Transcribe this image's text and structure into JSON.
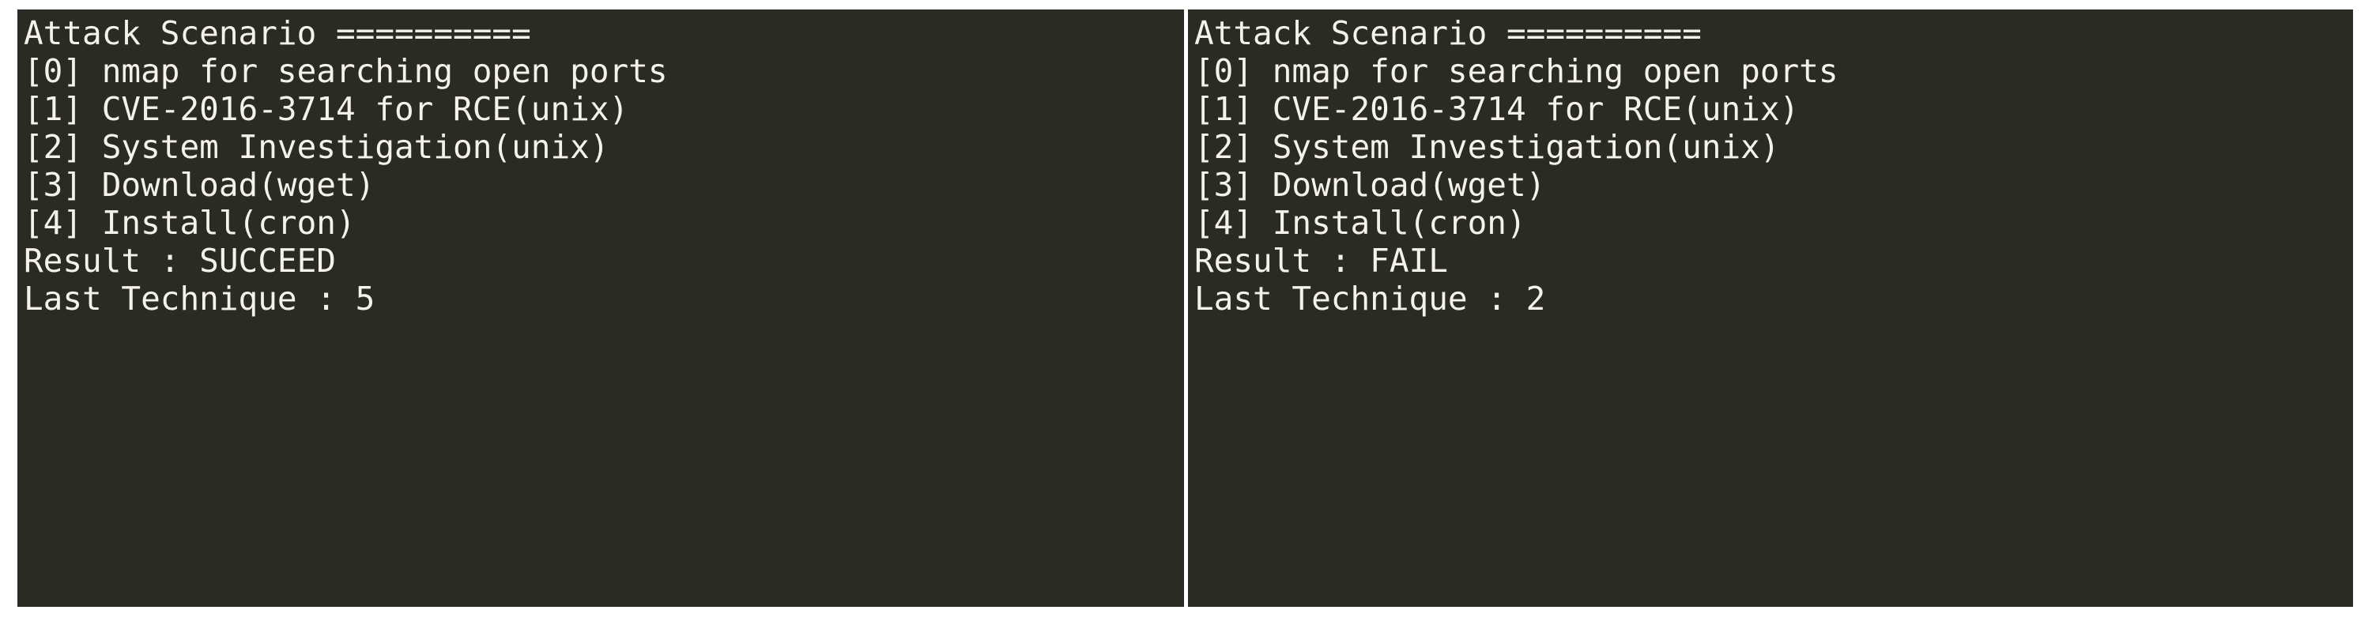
{
  "page": {
    "background_color": "#ffffff",
    "divider_color": "#ffffff"
  },
  "terminal": {
    "background_color": "#2b2b25",
    "text_color": "#f4f2ea"
  },
  "panels": [
    {
      "name": "left-episode-output",
      "lines": [
        "Attack Scenario ==========",
        "[0] nmap for searching open ports",
        "[1] CVE-2016-3714 for RCE(unix)",
        "[2] System Investigation(unix)",
        "[3] Download(wget)",
        "[4] Install(cron)",
        "Result : SUCCEED",
        "Last Technique : 5"
      ],
      "header": "Attack Scenario ==========",
      "steps": [
        {
          "index": "[0]",
          "label": "nmap for searching open ports"
        },
        {
          "index": "[1]",
          "label": "CVE-2016-3714 for RCE(unix)"
        },
        {
          "index": "[2]",
          "label": "System Investigation(unix)"
        },
        {
          "index": "[3]",
          "label": "Download(wget)"
        },
        {
          "index": "[4]",
          "label": "Install(cron)"
        }
      ],
      "result_label": "Result :",
      "result_value": "SUCCEED",
      "last_technique_label": "Last Technique :",
      "last_technique_value": "5"
    },
    {
      "name": "right-episode-output",
      "lines": [
        "Attack Scenario ==========",
        "[0] nmap for searching open ports",
        "[1] CVE-2016-3714 for RCE(unix)",
        "[2] System Investigation(unix)",
        "[3] Download(wget)",
        "[4] Install(cron)",
        "Result : FAIL",
        "Last Technique : 2"
      ],
      "header": "Attack Scenario ==========",
      "steps": [
        {
          "index": "[0]",
          "label": "nmap for searching open ports"
        },
        {
          "index": "[1]",
          "label": "CVE-2016-3714 for RCE(unix)"
        },
        {
          "index": "[2]",
          "label": "System Investigation(unix)"
        },
        {
          "index": "[3]",
          "label": "Download(wget)"
        },
        {
          "index": "[4]",
          "label": "Install(cron)"
        }
      ],
      "result_label": "Result :",
      "result_value": "FAIL",
      "last_technique_label": "Last Technique :",
      "last_technique_value": "2"
    }
  ]
}
